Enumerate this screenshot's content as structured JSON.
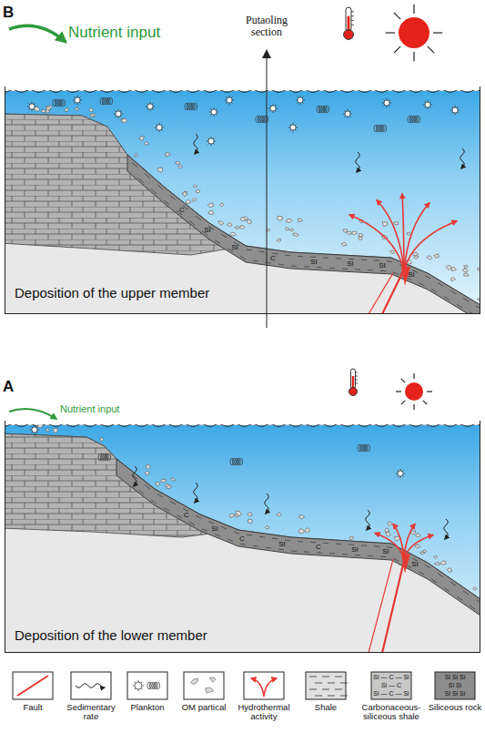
{
  "diagram": {
    "nodes": [
      {
        "text": [
          "B",
          "Deposition of the upper member"
        ]
      },
      {
        "text": [
          "A",
          "Deposition of the lower member"
        ]
      }
    ],
    "labels": [
      "Nutrient input",
      "Putaoling section",
      "Nutrient input",
      "C",
      "SI",
      "SI",
      "C",
      "SI",
      "SI",
      "SI",
      "SI",
      "C",
      "SI",
      "C",
      "SI",
      "C",
      "SI",
      "SI",
      "SI",
      "Si — C — Si",
      "Si — C",
      "Si — C — Si",
      "Si Si Si",
      "Si Si",
      "Si Si Si"
    ],
    "legend": [
      {
        "text": "Fault"
      },
      {
        "text": "Sedimentary rate"
      },
      {
        "text": "Plankton"
      },
      {
        "text": "OM partical"
      },
      {
        "text": "Hydrothermal activity"
      },
      {
        "text": "Shale"
      },
      {
        "text": "Carbonaceous-siliceous shale"
      },
      {
        "text": "Siliceous rock"
      }
    ]
  }
}
